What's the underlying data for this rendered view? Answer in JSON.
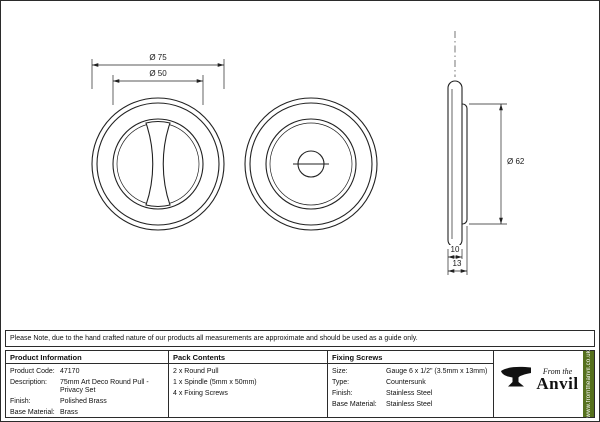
{
  "drawings": {
    "front_view": {
      "dim_outer": "Ø 75",
      "dim_inner": "Ø 50"
    },
    "side_view": {
      "dim_diameter": "Ø 62",
      "dim_cup_depth": "10",
      "dim_total_depth": "13"
    }
  },
  "note": "Please Note, due to the hand crafted nature of our products all measurements are approximate and should be used as a guide only.",
  "tables": {
    "product_information": {
      "header": "Product Information",
      "rows": [
        {
          "label": "Product Code:",
          "value": "47170"
        },
        {
          "label": "Description:",
          "value": "75mm Art Deco Round Pull - Privacy Set"
        },
        {
          "label": "Finish:",
          "value": "Polished Brass"
        },
        {
          "label": "Base Material:",
          "value": "Brass"
        }
      ]
    },
    "pack_contents": {
      "header": "Pack Contents",
      "items": [
        "2 x Round Pull",
        "1 x Spindle (5mm x 50mm)",
        "4 x Fixing Screws"
      ]
    },
    "fixing_screws": {
      "header": "Fixing Screws",
      "rows": [
        {
          "label": "Size:",
          "value": "Gauge 6 x 1/2\" (3.5mm x 13mm)"
        },
        {
          "label": "Type:",
          "value": "Countersunk"
        },
        {
          "label": "Finish:",
          "value": "Stainless Steel"
        },
        {
          "label": "Base Material:",
          "value": "Stainless Steel"
        }
      ]
    }
  },
  "logo": {
    "brand_top": "From the",
    "brand_main": "Anvil",
    "website": "www.fromtheanvil.co.uk",
    "accent_color": "#55701d"
  }
}
